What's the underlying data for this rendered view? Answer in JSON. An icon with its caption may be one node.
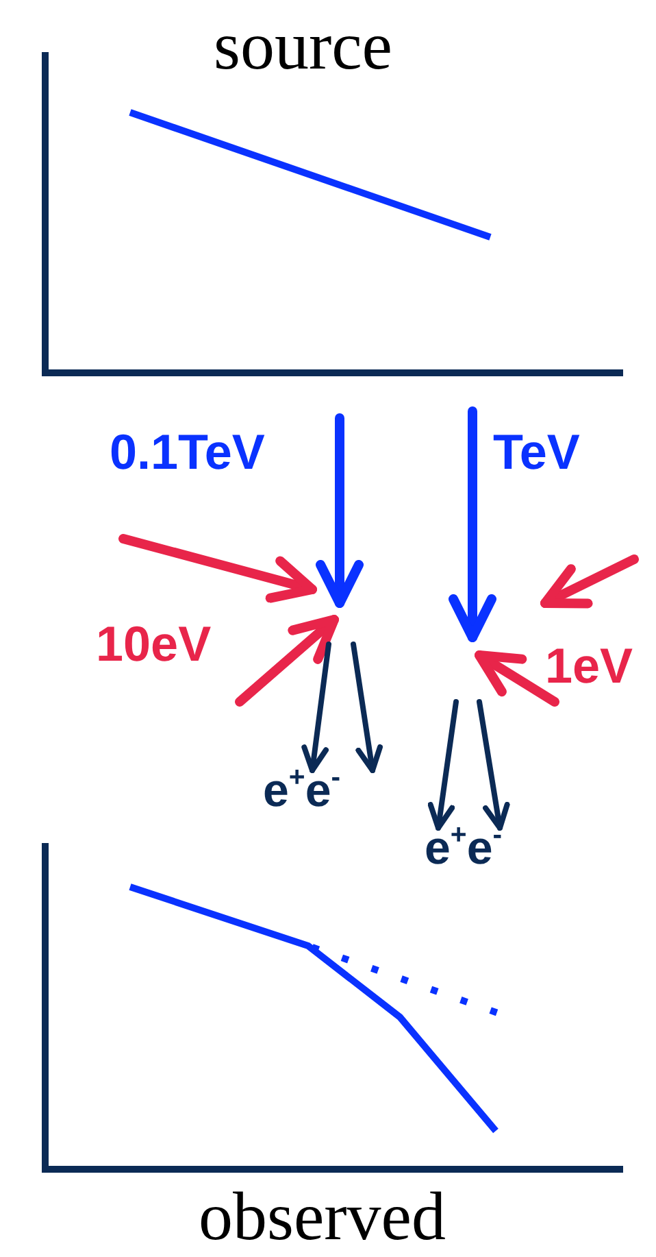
{
  "diagram": {
    "title": "source",
    "caption": "observed",
    "nodes": [
      {
        "text": [
          "e$^{+}$e$^{-}$"
        ]
      },
      {
        "text": [
          "e$^{+}$e$^{-}$"
        ]
      }
    ],
    "edges": [
      {
        "from": null,
        "to": 0,
        "arrow": "to"
      },
      {
        "from": null,
        "to": 0,
        "arrow": "to"
      },
      {
        "from": null,
        "to": 1,
        "arrow": "to"
      },
      {
        "from": null,
        "to": 1,
        "arrow": "to"
      }
    ],
    "labels": [
      "0.1TeV",
      "TeV",
      "10eV",
      "1eV"
    ]
  }
}
